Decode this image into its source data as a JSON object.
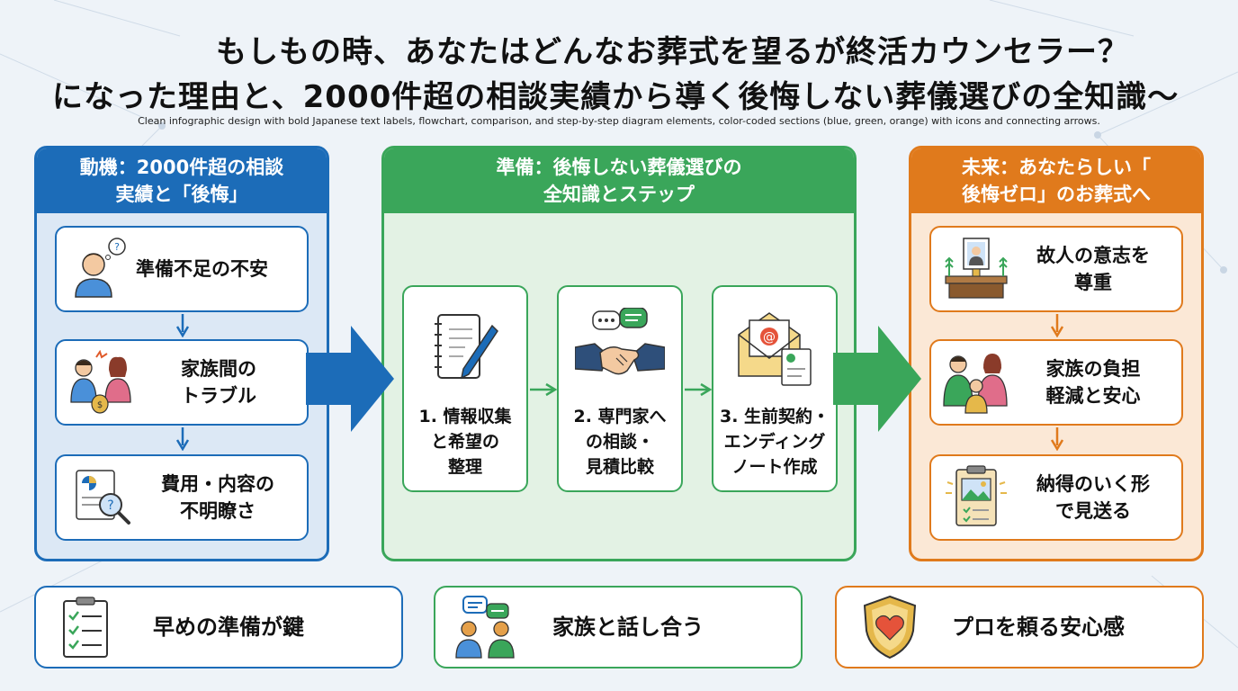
{
  "header": {
    "title_line1": "もしもの時、あなたはどんなお葬式を望るが終活カウンセラー？",
    "title_line2": "になった理由と、2000件超の相談実績から導く後悔しない葬儀選びの全知識〜",
    "subtitle": "Clean infographic design with bold Japanese text labels, flowchart, comparison, and step-by-step diagram elements, color-coded sections (blue, green, orange) with icons and connecting arrows."
  },
  "colors": {
    "blue": "#1c6cb8",
    "green": "#3aa65a",
    "orange": "#e07a1c"
  },
  "motivation": {
    "title_line1": "動機：2000件超の相談",
    "title_line2": "実績と「後悔」",
    "items": [
      {
        "label_line1": "準備不足の不安",
        "label_line2": "",
        "icon": "worried-person-icon"
      },
      {
        "label_line1": "家族間の",
        "label_line2": "トラブル",
        "icon": "family-conflict-icon"
      },
      {
        "label_line1": "費用・内容の",
        "label_line2": "不明瞭さ",
        "icon": "document-magnifier-icon"
      }
    ]
  },
  "preparation": {
    "title_line1": "準備：後悔しない葬儀選びの",
    "title_line2": "全知識とステップ",
    "steps": [
      {
        "line1": "1. 情報収集",
        "line2": "と希望の",
        "line3": "整理",
        "icon": "notebook-pen-icon"
      },
      {
        "line1": "2. 専門家へ",
        "line2": "の相談・",
        "line3": "見積比較",
        "icon": "handshake-icon"
      },
      {
        "line1": "3. 生前契約・",
        "line2": "エンディング",
        "line3": "ノート作成",
        "icon": "envelope-document-icon"
      }
    ]
  },
  "future": {
    "title_line1": "未来：あなたらしい「",
    "title_line2": "後悔ゼロ」のお葬式へ",
    "items": [
      {
        "label_line1": "故人の意志を",
        "label_line2": "尊重",
        "icon": "altar-icon"
      },
      {
        "label_line1": "家族の負担",
        "label_line2": "軽減と安心",
        "icon": "happy-family-icon"
      },
      {
        "label_line1": "納得のいく形",
        "label_line2": "で見送る",
        "icon": "photo-clipboard-icon"
      }
    ]
  },
  "bottom": [
    {
      "label": "早めの準備が鍵",
      "icon": "checklist-icon"
    },
    {
      "label": "家族と話し合う",
      "icon": "people-talking-icon"
    },
    {
      "label": "プロを頼る安心感",
      "icon": "heart-shield-icon"
    }
  ]
}
